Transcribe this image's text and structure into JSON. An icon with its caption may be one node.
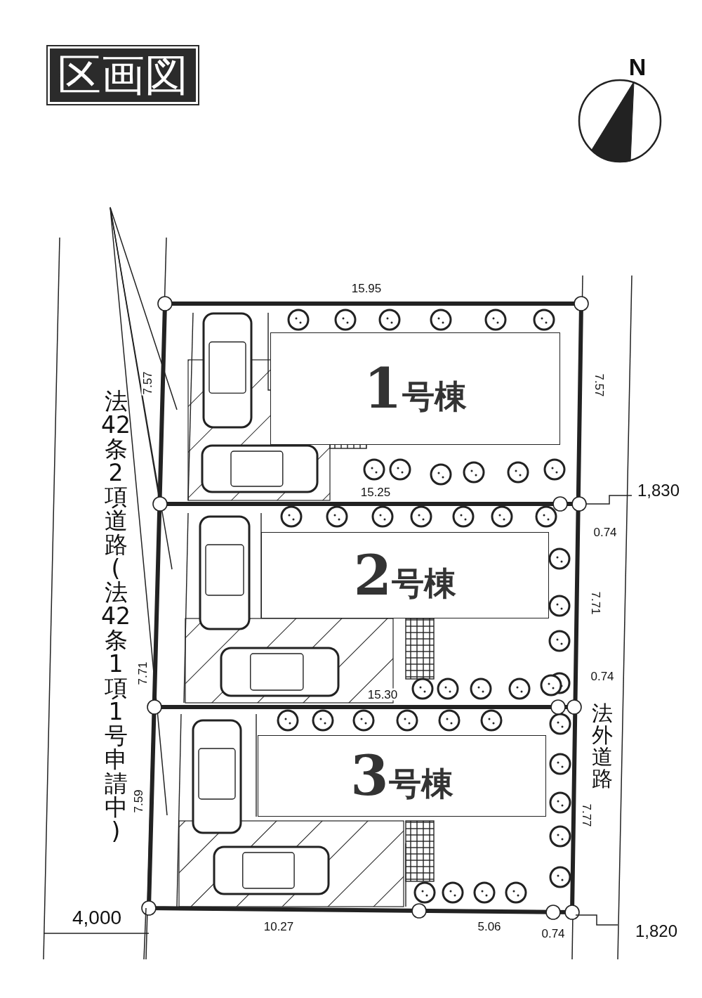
{
  "diagram": {
    "title": "区画図",
    "nodes": [
      {
        "text": [
          "1号棟"
        ]
      },
      {
        "text": [
          "2号棟"
        ]
      },
      {
        "text": [
          "3号棟"
        ]
      }
    ],
    "edges": [],
    "labels": [
      "N",
      "15.95",
      "7.57",
      "7.57",
      "15.25",
      "1,830",
      "0.74",
      "法42条2項道路(法42条1項1号申請中)",
      "7.71",
      "7.71",
      "0.74",
      "15.30",
      "法外道路",
      "7.59",
      "7.77",
      "4,000",
      "10.27",
      "5.06",
      "0.74",
      "1,820"
    ]
  }
}
